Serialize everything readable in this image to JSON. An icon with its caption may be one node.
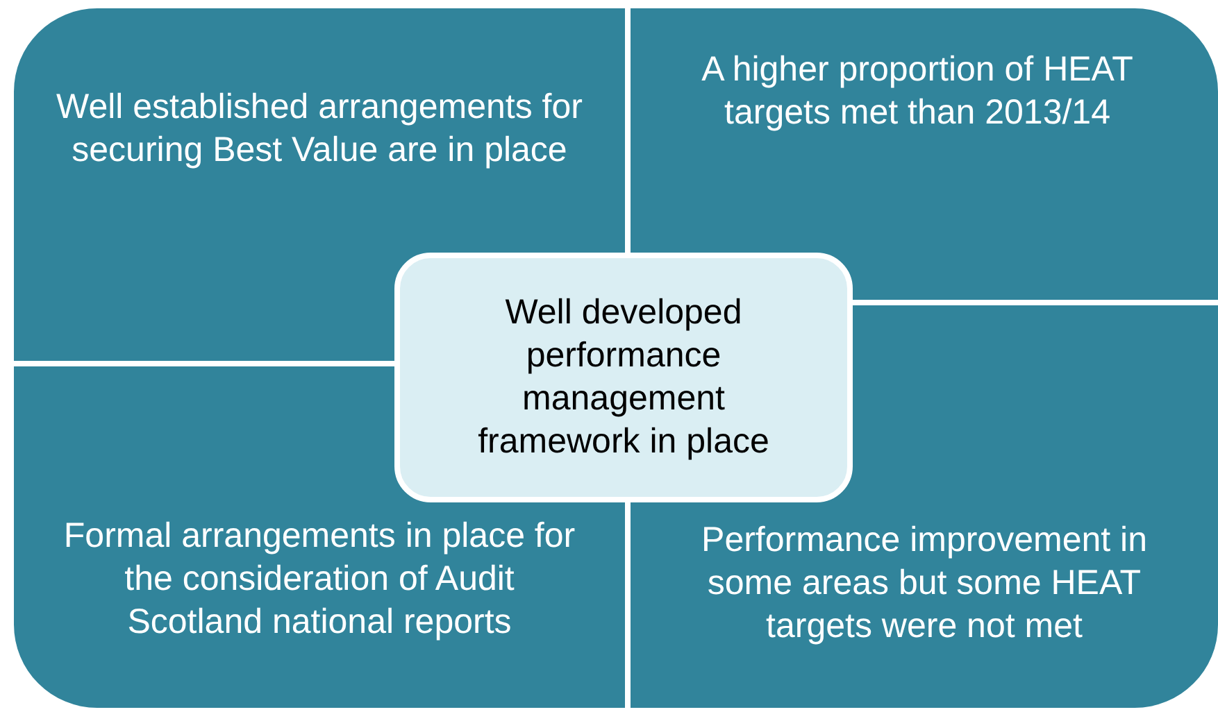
{
  "diagram": {
    "nodes": [
      {
        "text": [
          "Well established arrangements for securing Best Value are in place"
        ]
      },
      {
        "text": [
          "A higher proportion of HEAT targets met than 2013/14"
        ]
      },
      {
        "text": [
          "Formal arrangements in place for the consideration of Audit Scotland national reports"
        ]
      },
      {
        "text": [
          "Performance improvement in some areas but some HEAT targets were not met"
        ]
      },
      {
        "text": [
          "Well developed performance management framework in place"
        ]
      }
    ]
  }
}
